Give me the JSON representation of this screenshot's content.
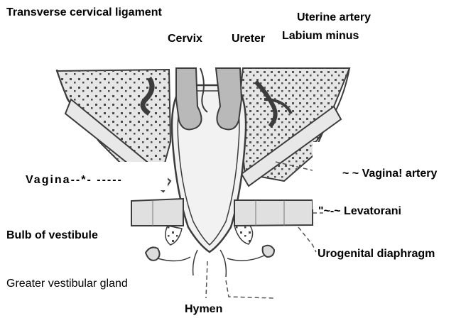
{
  "labels": {
    "transverse_cervical_ligament": "Transverse cervical ligament",
    "uterine_artery": "Uterine artery",
    "cervix": "Cervix",
    "ureter": "Ureter",
    "labium_minus": "Labium minus",
    "vagina": "Vagina--*- -----",
    "vaginal_artery": "~ ~ Vagina! artery",
    "levator_ani": "\"~-~ Levatorani",
    "bulb_of_vestibule": "Bulb of vestibule",
    "urogenital_diaphragm": "Urogenital diaphragm",
    "greater_vestibular_gland": "Greater vestibular gland",
    "hymen": "Hymen"
  },
  "colors": {
    "fill": "#e6e6e6",
    "cervix_fill": "#b9b9b9",
    "outline": "#3c3c3c",
    "text": "#000000"
  }
}
